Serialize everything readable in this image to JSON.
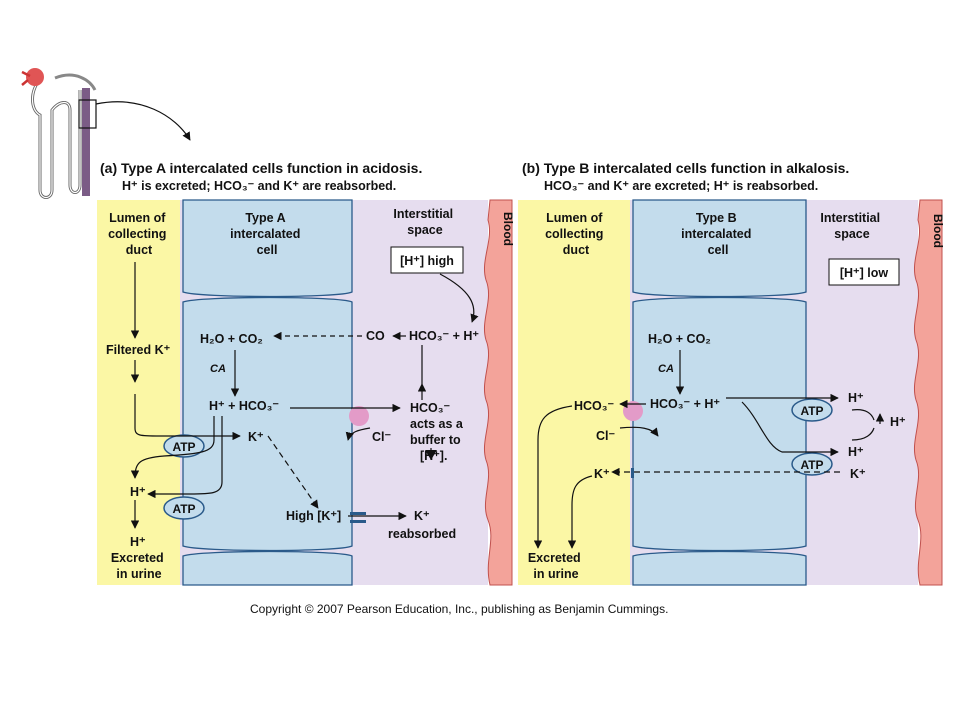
{
  "panels": {
    "a": {
      "title": "(a) Type A intercalated cells function in acidosis.",
      "subtitle": "H⁺ is excreted; HCO₃⁻ and K⁺ are reabsorbed.",
      "lumen_label": [
        "Lumen of",
        "collecting",
        "duct"
      ],
      "cell_label": [
        "Type A",
        "intercalated",
        "cell"
      ],
      "interstitial_label": [
        "Interstitial",
        "space"
      ],
      "blood_label": "Blood",
      "h_box": "[H⁺] high",
      "filtered_k": "Filtered K⁺",
      "h2o_co2": "H₂O + CO₂",
      "ca": "CA",
      "h_hco3": "H⁺ + HCO₃⁻",
      "k_plus": "K⁺",
      "atp": "ATP",
      "h_plus": "H⁺",
      "excreted": [
        "Excreted",
        "in urine"
      ],
      "high_k": "High [K⁺]",
      "k_reabsorbed": [
        "K⁺",
        "reabsorbed"
      ],
      "cl": "Cl⁻",
      "hco3_buffer": [
        "HCO₃⁻",
        "acts as a",
        "buffer to",
        "[H⁺]."
      ],
      "co": "CO",
      "hco3_h": "HCO₃⁻ + H⁺"
    },
    "b": {
      "title": "(b) Type B intercalated cells function in alkalosis.",
      "subtitle": "HCO₃⁻ and K⁺ are excreted; H⁺ is reabsorbed.",
      "lumen_label": [
        "Lumen of",
        "collecting",
        "duct"
      ],
      "cell_label": [
        "Type B",
        "intercalated",
        "cell"
      ],
      "interstitial_label": [
        "Interstitial",
        "space"
      ],
      "blood_label": "Blood",
      "h_box": "[H⁺] low",
      "h2o_co2": "H₂O + CO₂",
      "ca": "CA",
      "hco3_lumen": "HCO₃⁻",
      "hco3_h": "HCO₃⁻ + H⁺",
      "cl": "Cl⁻",
      "k_plus": "K⁺",
      "atp": "ATP",
      "h_plus": "H⁺",
      "h_plus_up": "H⁺",
      "excreted": [
        "Excreted",
        "in urine"
      ]
    }
  },
  "copyright": "Copyright © 2007 Pearson Education, Inc., publishing as Benjamin Cummings.",
  "colors": {
    "lumen": "#fbf7a5",
    "cell": "#c3dcec",
    "cell_border": "#2a5a8a",
    "interstitial": "#e6ddef",
    "blood": "#f3a39a",
    "blood_edge": "#c0504d",
    "atp": "#c3dcec",
    "transporter": "#e39bc8"
  }
}
